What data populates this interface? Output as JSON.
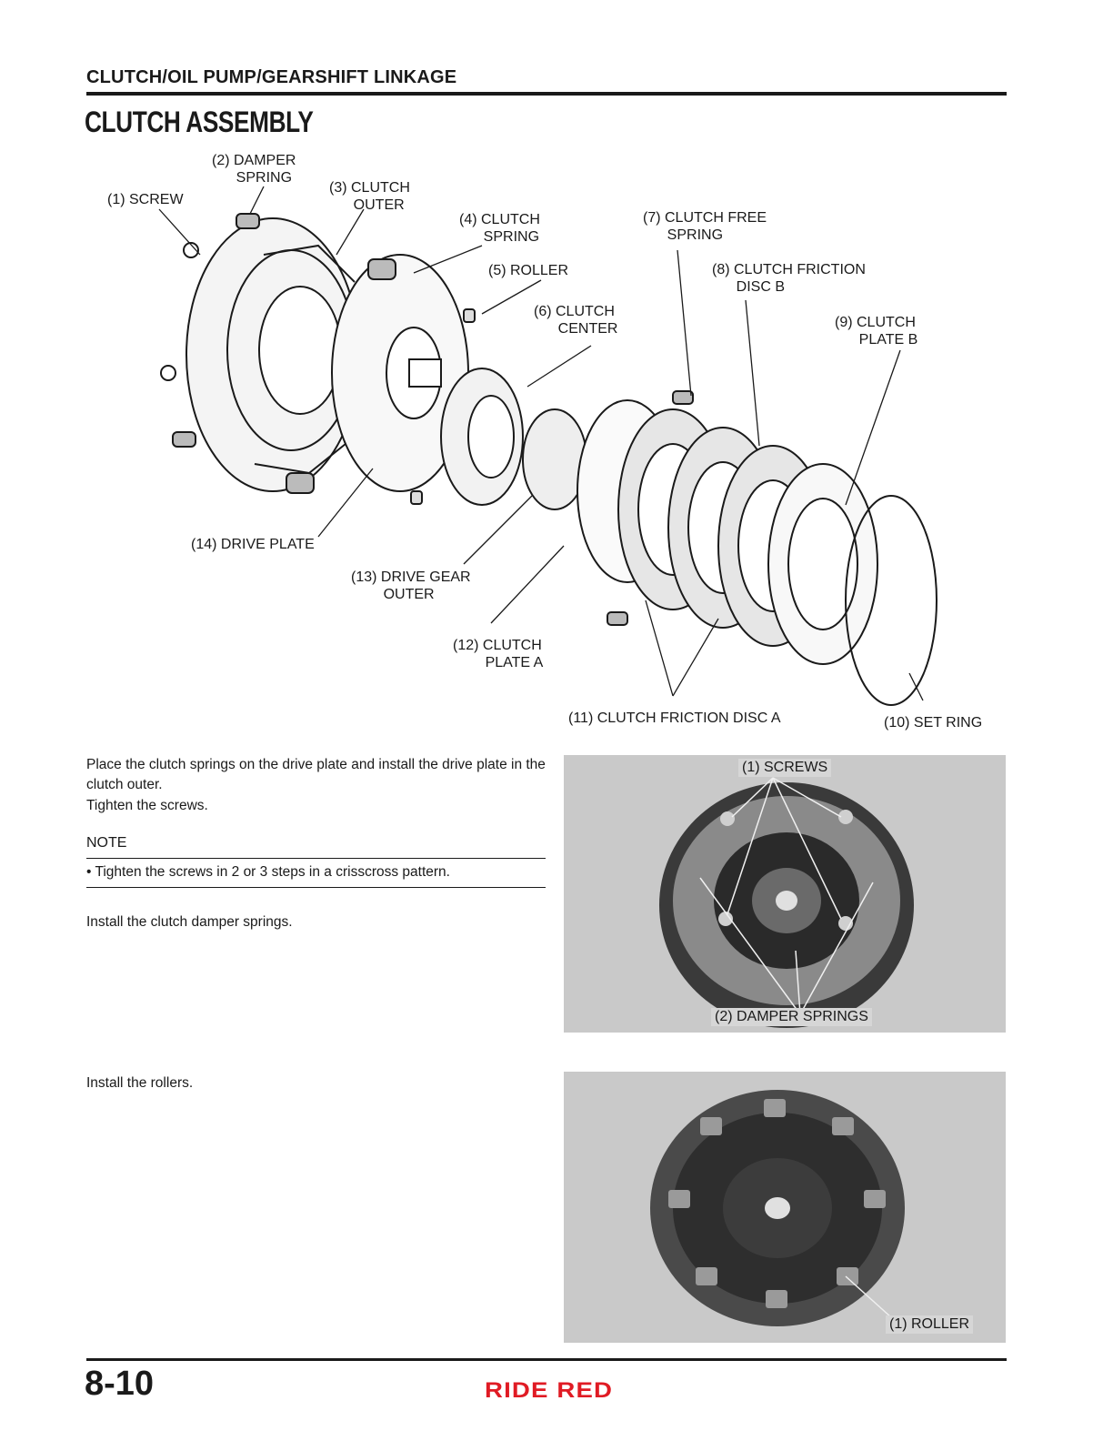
{
  "header": {
    "section_title": "CLUTCH/OIL PUMP/GEARSHIFT LINKAGE",
    "page_heading": "CLUTCH ASSEMBLY"
  },
  "diagram": {
    "callouts": [
      "(1) SCREW",
      "(2) DAMPER\n      SPRING",
      "(3) CLUTCH\n      OUTER",
      "(4) CLUTCH\n      SPRING",
      "(5) ROLLER",
      "(6) CLUTCH\n      CENTER",
      "(7) CLUTCH FREE\n      SPRING",
      "(8) CLUTCH FRICTION\n      DISC B",
      "(9) CLUTCH\n      PLATE B",
      "(10) SET RING",
      "(11) CLUTCH FRICTION DISC A",
      "(12) CLUTCH\n        PLATE A",
      "(13) DRIVE GEAR\n        OUTER",
      "(14) DRIVE PLATE"
    ]
  },
  "instructions": {
    "step1": "Place the clutch springs on the drive plate and install the drive plate in the clutch outer.",
    "step1b": "Tighten the screws.",
    "note_label": "NOTE",
    "note_item": "Tighten the screws in 2 or 3 steps in a crisscross pattern.",
    "step2": "Install the clutch damper springs.",
    "step3": "Install the rollers."
  },
  "photos": {
    "photo1": {
      "label_top": "(1) SCREWS",
      "label_bottom": "(2) DAMPER SPRINGS"
    },
    "photo2": {
      "label": "(1) ROLLER"
    }
  },
  "footer": {
    "page_number": "8-10",
    "brand": "RIDE RED"
  },
  "colors": {
    "brand": "#e01b24",
    "ink": "#1a1a1a"
  }
}
